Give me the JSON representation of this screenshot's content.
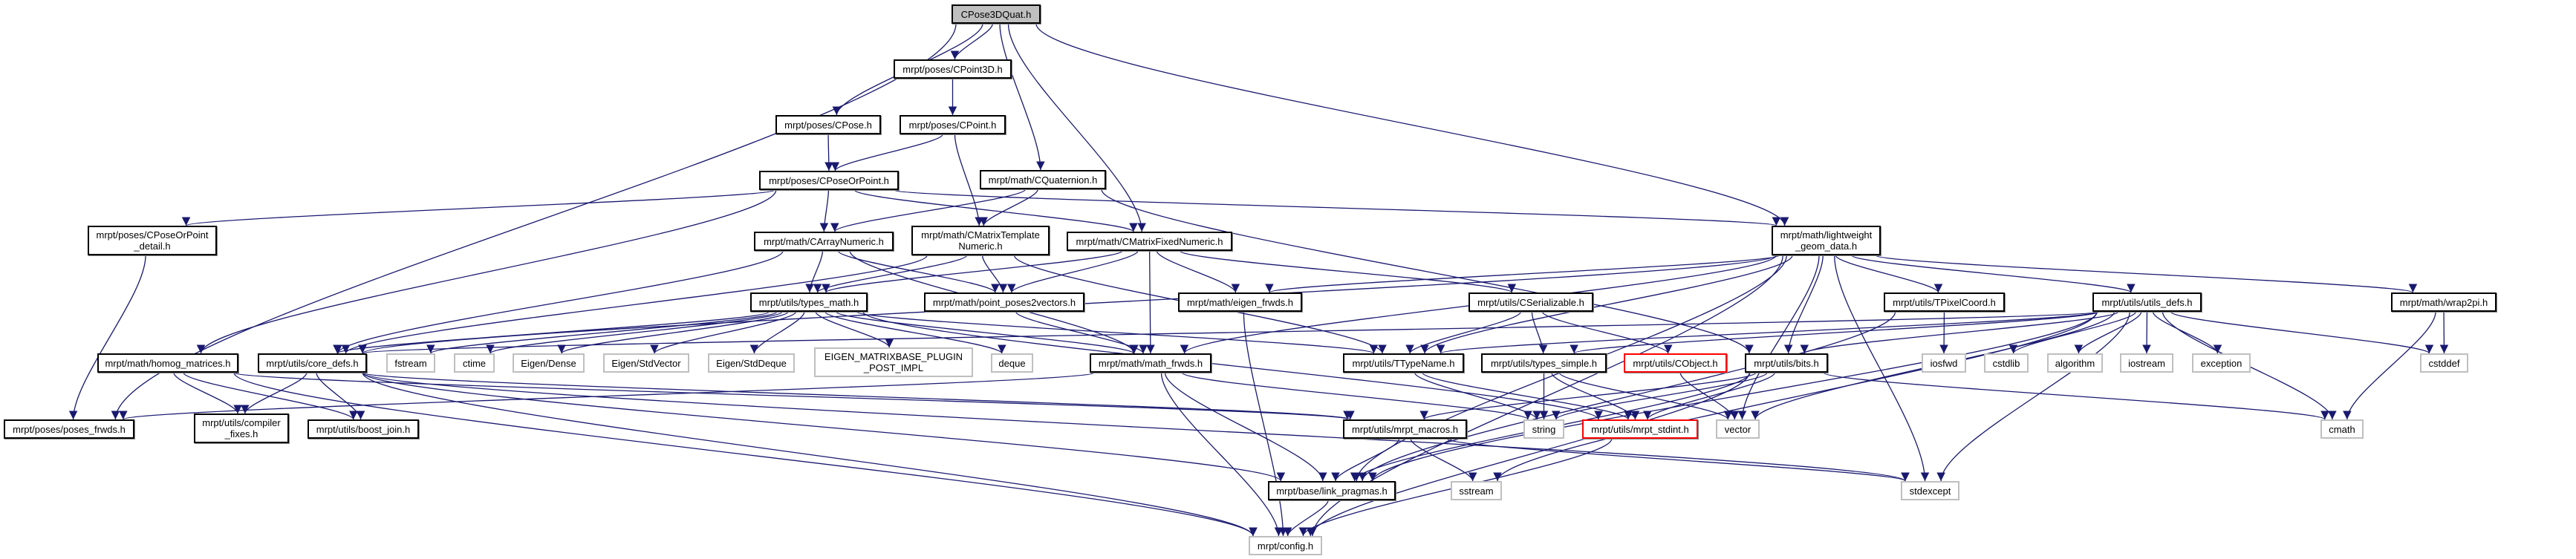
{
  "title": "CPose3DQuat.h",
  "colors": {
    "edge": "#191970",
    "root_fill": "#bfbfbf",
    "documented_border": "#000000",
    "system_border": "#bfbfbf",
    "truncated_border": "#ff0000"
  },
  "nodes": {
    "root": {
      "label": "CPose3DQuat.h"
    },
    "cpoint3d": {
      "label": "mrpt/poses/CPoint3D.h"
    },
    "cpose": {
      "label": "mrpt/poses/CPose.h"
    },
    "cpoint": {
      "label": "mrpt/poses/CPoint.h"
    },
    "cposeorpoint": {
      "label": "mrpt/poses/CPoseOrPoint.h"
    },
    "cquaternion": {
      "label": "mrpt/math/CQuaternion.h"
    },
    "cposeorpoint_detail": {
      "label": "mrpt/poses/CPoseOrPoint",
      "label2": "_detail.h"
    },
    "carraynumeric": {
      "label": "mrpt/math/CArrayNumeric.h"
    },
    "cmatrixtemplatenumeric": {
      "label": "mrpt/math/CMatrixTemplate",
      "label2": "Numeric.h"
    },
    "cmatrixfixednumeric": {
      "label": "mrpt/math/CMatrixFixedNumeric.h"
    },
    "lightweight": {
      "label": "mrpt/math/lightweight",
      "label2": "_geom_data.h"
    },
    "types_math": {
      "label": "mrpt/utils/types_math.h"
    },
    "point_poses2vectors": {
      "label": "mrpt/math/point_poses2vectors.h"
    },
    "eigen_frwds": {
      "label": "mrpt/math/eigen_frwds.h"
    },
    "cserializable": {
      "label": "mrpt/utils/CSerializable.h"
    },
    "tpixelcoord": {
      "label": "mrpt/utils/TPixelCoord.h"
    },
    "utils_defs": {
      "label": "mrpt/utils/utils_defs.h"
    },
    "wrap2pi": {
      "label": "mrpt/math/wrap2pi.h"
    },
    "homog_matrices": {
      "label": "mrpt/math/homog_matrices.h"
    },
    "core_defs": {
      "label": "mrpt/utils/core_defs.h"
    },
    "fstream": {
      "label": "fstream"
    },
    "ctime": {
      "label": "ctime"
    },
    "eigen_dense": {
      "label": "Eigen/Dense"
    },
    "eigen_stdvector": {
      "label": "Eigen/StdVector"
    },
    "eigen_stddeque": {
      "label": "Eigen/StdDeque"
    },
    "eigen_plugin": {
      "label": "EIGEN_MATRIXBASE_PLUGIN",
      "label2": "_POST_IMPL"
    },
    "deque": {
      "label": "deque"
    },
    "math_frwds": {
      "label": "mrpt/math/math_frwds.h"
    },
    "ttypename": {
      "label": "mrpt/utils/TTypeName.h"
    },
    "types_simple": {
      "label": "mrpt/utils/types_simple.h"
    },
    "cobject": {
      "label": "mrpt/utils/CObject.h"
    },
    "bits": {
      "label": "mrpt/utils/bits.h"
    },
    "iosfwd": {
      "label": "iosfwd"
    },
    "cstdlib": {
      "label": "cstdlib"
    },
    "algorithm": {
      "label": "algorithm"
    },
    "iostream": {
      "label": "iostream"
    },
    "exception": {
      "label": "exception"
    },
    "cstddef": {
      "label": "cstddef"
    },
    "poses_frwds": {
      "label": "mrpt/poses/poses_frwds.h"
    },
    "compiler_fixes": {
      "label": "mrpt/utils/compiler",
      "label2": "_fixes.h"
    },
    "boost_join": {
      "label": "mrpt/utils/boost_join.h"
    },
    "mrpt_macros": {
      "label": "mrpt/utils/mrpt_macros.h"
    },
    "string": {
      "label": "string"
    },
    "mrpt_stdint": {
      "label": "mrpt/utils/mrpt_stdint.h"
    },
    "vector": {
      "label": "vector"
    },
    "cmath": {
      "label": "cmath"
    },
    "link_pragmas": {
      "label": "mrpt/base/link_pragmas.h"
    },
    "sstream": {
      "label": "sstream"
    },
    "stdexcept": {
      "label": "stdexcept"
    },
    "config": {
      "label": "mrpt/config.h"
    }
  },
  "edges": [
    [
      "root",
      "poses_frwds"
    ],
    [
      "root",
      "cpose"
    ],
    [
      "root",
      "cpoint3d"
    ],
    [
      "root",
      "cquaternion"
    ],
    [
      "root",
      "cmatrixfixednumeric"
    ],
    [
      "root",
      "lightweight"
    ],
    [
      "cpoint3d",
      "cpoint"
    ],
    [
      "cpose",
      "cposeorpoint"
    ],
    [
      "cpoint",
      "cposeorpoint"
    ],
    [
      "cpoint",
      "cmatrixtemplatenumeric"
    ],
    [
      "cposeorpoint",
      "cposeorpoint_detail"
    ],
    [
      "cposeorpoint",
      "homog_matrices"
    ],
    [
      "cposeorpoint",
      "carraynumeric"
    ],
    [
      "cposeorpoint",
      "cmatrixfixednumeric"
    ],
    [
      "cposeorpoint",
      "lightweight"
    ],
    [
      "cquaternion",
      "carraynumeric"
    ],
    [
      "cquaternion",
      "cmatrixtemplatenumeric"
    ],
    [
      "cquaternion",
      "bits"
    ],
    [
      "cposeorpoint_detail",
      "poses_frwds"
    ],
    [
      "carraynumeric",
      "types_math"
    ],
    [
      "carraynumeric",
      "core_defs"
    ],
    [
      "carraynumeric",
      "point_poses2vectors"
    ],
    [
      "carraynumeric",
      "math_frwds"
    ],
    [
      "cmatrixtemplatenumeric",
      "types_math"
    ],
    [
      "cmatrixtemplatenumeric",
      "core_defs"
    ],
    [
      "cmatrixtemplatenumeric",
      "point_poses2vectors"
    ],
    [
      "cmatrixtemplatenumeric",
      "ttypename"
    ],
    [
      "cmatrixfixednumeric",
      "types_math"
    ],
    [
      "cmatrixfixednumeric",
      "point_poses2vectors"
    ],
    [
      "cmatrixfixednumeric",
      "math_frwds"
    ],
    [
      "cmatrixfixednumeric",
      "eigen_frwds"
    ],
    [
      "cmatrixfixednumeric",
      "cserializable"
    ],
    [
      "lightweight",
      "core_defs"
    ],
    [
      "lightweight",
      "ttypename"
    ],
    [
      "lightweight",
      "eigen_frwds"
    ],
    [
      "lightweight",
      "math_frwds"
    ],
    [
      "lightweight",
      "tpixelcoord"
    ],
    [
      "lightweight",
      "utils_defs"
    ],
    [
      "lightweight",
      "wrap2pi"
    ],
    [
      "lightweight",
      "bits"
    ],
    [
      "lightweight",
      "vector"
    ],
    [
      "lightweight",
      "link_pragmas"
    ],
    [
      "lightweight",
      "stdexcept"
    ],
    [
      "lightweight",
      "config"
    ],
    [
      "types_math",
      "core_defs"
    ],
    [
      "types_math",
      "fstream"
    ],
    [
      "types_math",
      "ctime"
    ],
    [
      "types_math",
      "eigen_dense"
    ],
    [
      "types_math",
      "eigen_stdvector"
    ],
    [
      "types_math",
      "eigen_stddeque"
    ],
    [
      "types_math",
      "eigen_plugin"
    ],
    [
      "types_math",
      "deque"
    ],
    [
      "types_math",
      "math_frwds"
    ],
    [
      "types_math",
      "ttypename"
    ],
    [
      "types_math",
      "mrpt_stdint"
    ],
    [
      "point_poses2vectors",
      "math_frwds"
    ],
    [
      "eigen_frwds",
      "config"
    ],
    [
      "math_frwds",
      "poses_frwds"
    ],
    [
      "math_frwds",
      "config"
    ],
    [
      "math_frwds",
      "link_pragmas"
    ],
    [
      "math_frwds",
      "string"
    ],
    [
      "homog_matrices",
      "compiler_fixes"
    ],
    [
      "homog_matrices",
      "boost_join"
    ],
    [
      "homog_matrices",
      "config"
    ],
    [
      "homog_matrices",
      "mrpt_macros"
    ],
    [
      "core_defs",
      "compiler_fixes"
    ],
    [
      "core_defs",
      "boost_join"
    ],
    [
      "core_defs",
      "link_pragmas"
    ],
    [
      "core_defs",
      "mrpt_macros"
    ],
    [
      "core_defs",
      "stdexcept"
    ],
    [
      "core_defs",
      "config"
    ],
    [
      "cserializable",
      "ttypename"
    ],
    [
      "cserializable",
      "types_simple"
    ],
    [
      "cserializable",
      "cobject"
    ],
    [
      "ttypename",
      "string"
    ],
    [
      "ttypename",
      "mrpt_stdint"
    ],
    [
      "types_simple",
      "string"
    ],
    [
      "types_simple",
      "mrpt_stdint"
    ],
    [
      "types_simple",
      "vector"
    ],
    [
      "cobject",
      "vector"
    ],
    [
      "bits",
      "mrpt_macros"
    ],
    [
      "bits",
      "string"
    ],
    [
      "bits",
      "mrpt_stdint"
    ],
    [
      "bits",
      "link_pragmas"
    ],
    [
      "bits",
      "cmath"
    ],
    [
      "bits",
      "config"
    ],
    [
      "mrpt_macros",
      "link_pragmas"
    ],
    [
      "mrpt_macros",
      "sstream"
    ],
    [
      "mrpt_macros",
      "stdexcept"
    ],
    [
      "mrpt_stdint",
      "config"
    ],
    [
      "link_pragmas",
      "config"
    ],
    [
      "tpixelcoord",
      "iosfwd"
    ],
    [
      "tpixelcoord",
      "link_pragmas"
    ],
    [
      "utils_defs",
      "core_defs"
    ],
    [
      "utils_defs",
      "link_pragmas"
    ],
    [
      "utils_defs",
      "ttypename"
    ],
    [
      "utils_defs",
      "types_simple"
    ],
    [
      "utils_defs",
      "bits"
    ],
    [
      "utils_defs",
      "cstdlib"
    ],
    [
      "utils_defs",
      "algorithm"
    ],
    [
      "utils_defs",
      "iostream"
    ],
    [
      "utils_defs",
      "exception"
    ],
    [
      "utils_defs",
      "cmath"
    ],
    [
      "utils_defs",
      "vector"
    ],
    [
      "utils_defs",
      "sstream"
    ],
    [
      "utils_defs",
      "stdexcept"
    ],
    [
      "utils_defs",
      "cstddef"
    ],
    [
      "wrap2pi",
      "cstddef"
    ],
    [
      "wrap2pi",
      "cmath"
    ]
  ]
}
